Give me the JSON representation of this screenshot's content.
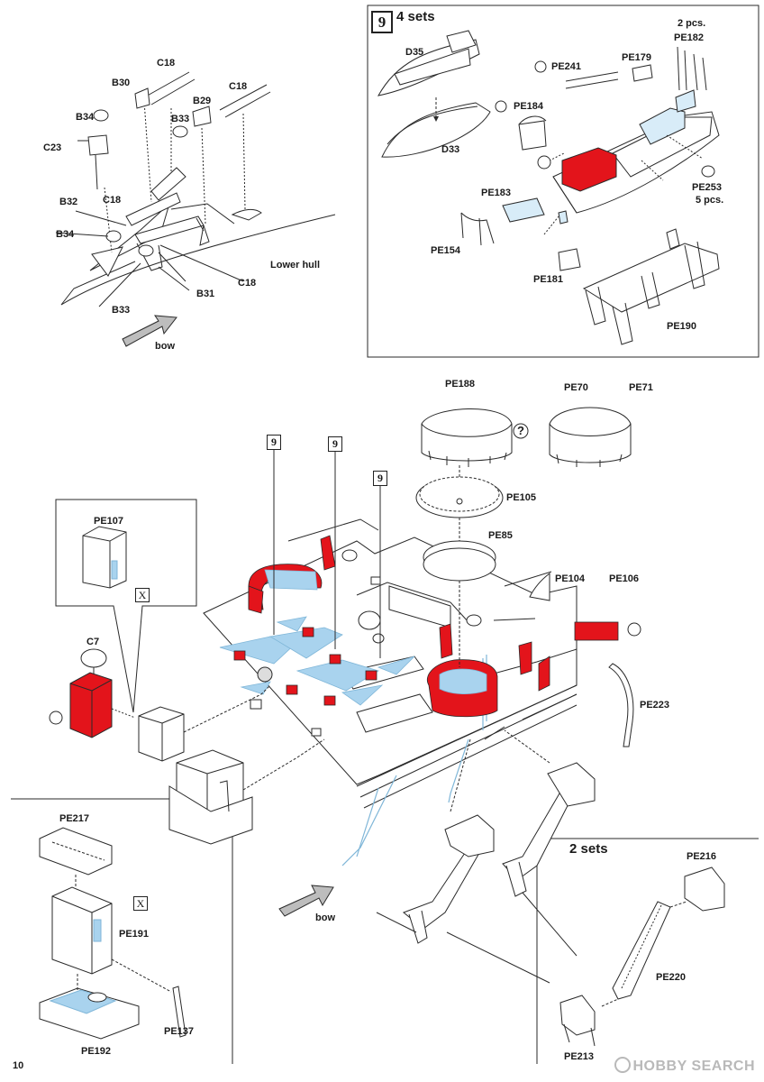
{
  "page": {
    "number": "10",
    "watermark": "HOBBY SEARCH"
  },
  "colors": {
    "paint": "#e3141b",
    "photoetch": "#a9d3ee",
    "line": "#2a2a2a"
  },
  "panel_hull": {
    "labels": [
      "C18",
      "B30",
      "B34",
      "B29",
      "C18",
      "B33",
      "C23",
      "C18",
      "B32",
      "B34",
      "Lower hull",
      "B31",
      "C18",
      "B33"
    ],
    "arrow_label": "bow"
  },
  "panel_boat": {
    "step": "9",
    "sets": "4 sets",
    "labels": [
      "D35",
      "D33",
      "PE241",
      "PE179",
      "2 pcs.",
      "PE182",
      "PE184",
      "PE183",
      "PE154",
      "PE181",
      "PE253",
      "5 pcs.",
      "PE190"
    ]
  },
  "panel_main": {
    "step_markers": [
      "9",
      "9",
      "9"
    ],
    "labels": [
      "PE188",
      "PE70",
      "PE71",
      "PE105",
      "PE85",
      "PE104",
      "PE106",
      "PE107",
      "C7",
      "PE223"
    ],
    "question_mark": "?",
    "x_mark": "X",
    "arrow_label": "bow"
  },
  "panel_locker": {
    "labels": [
      "PE217",
      "PE191",
      "PE137",
      "PE192"
    ],
    "x_mark": "X"
  },
  "panel_ladder": {
    "sets": "2 sets",
    "labels": [
      "PE216",
      "PE220",
      "PE213"
    ]
  }
}
